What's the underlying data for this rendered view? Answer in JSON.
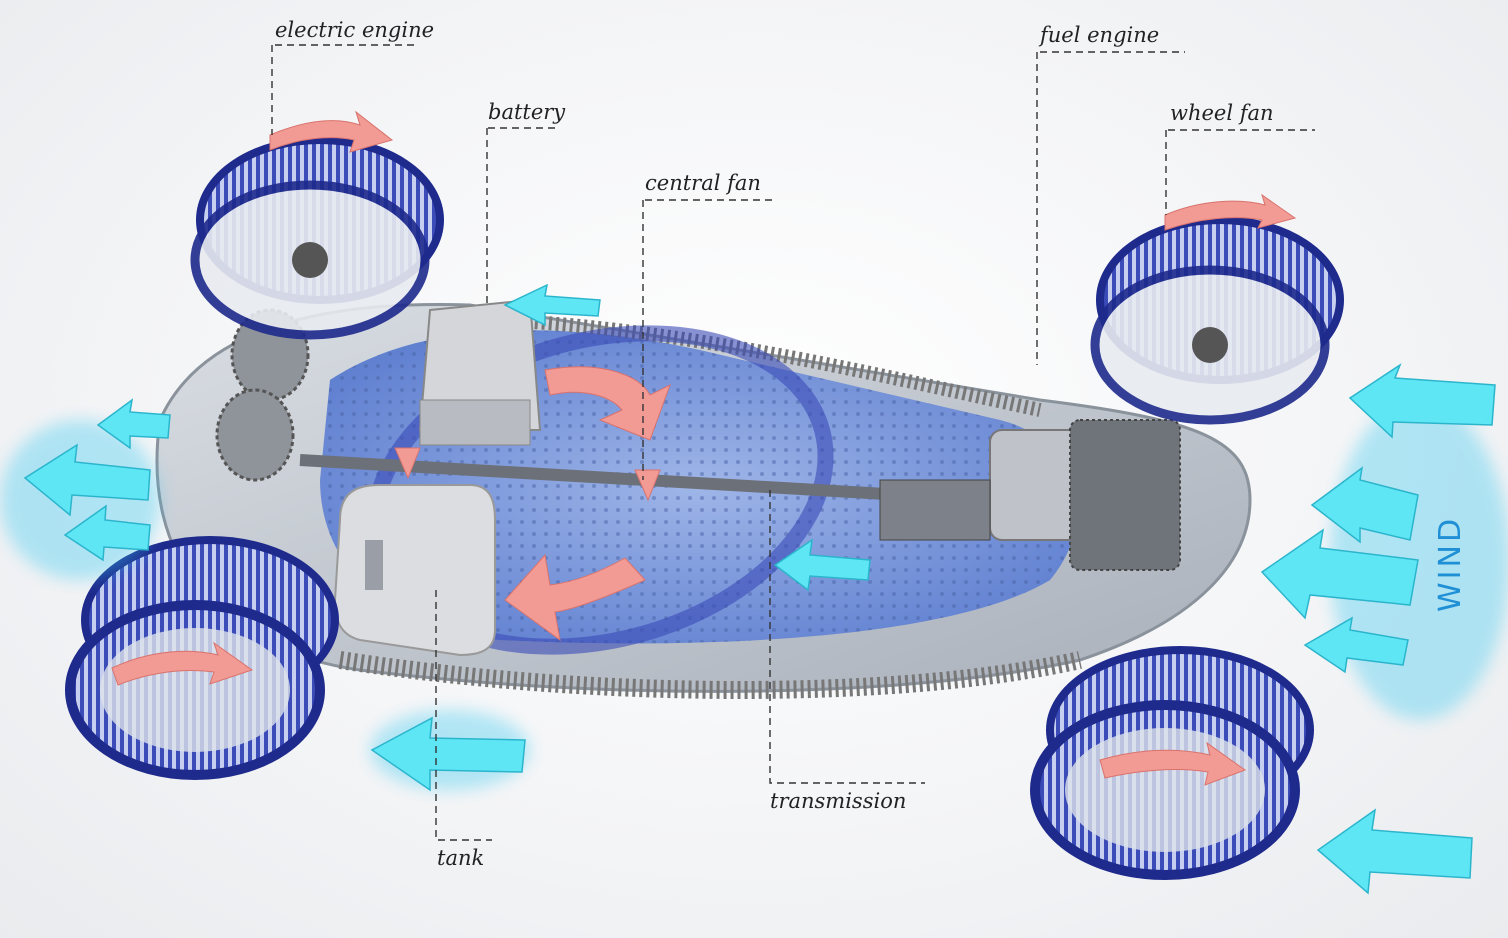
{
  "labels": {
    "electric_engine": "electric engine",
    "battery": "battery",
    "central_fan": "central fan",
    "fuel_engine": "fuel engine",
    "wheel_fan": "wheel fan",
    "transmission": "transmission",
    "tank": "tank",
    "wind": "WIND"
  },
  "colors": {
    "airflow_arrow": "#5fe6f5",
    "rotation_arrow": "#f29a94",
    "wheel_rim": "#1e2a8c",
    "wind_text": "#1f8fd6"
  }
}
